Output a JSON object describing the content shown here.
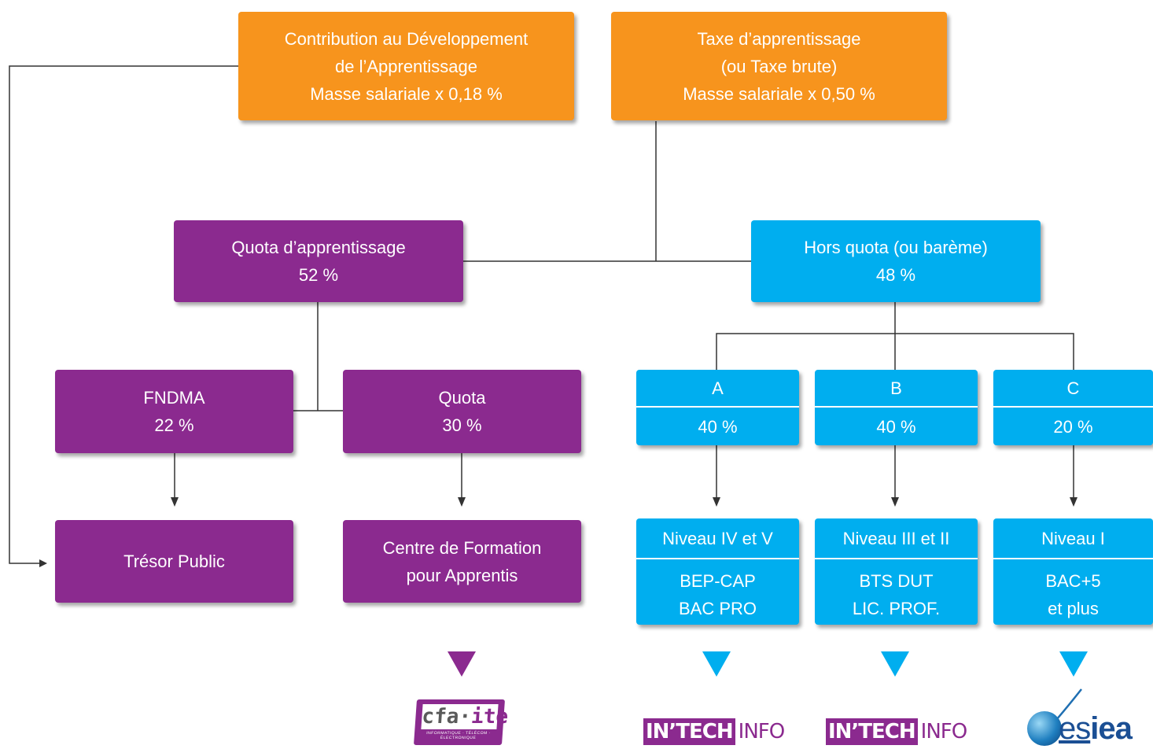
{
  "colors": {
    "orange": "#f7941d",
    "purple": "#8b2a8f",
    "blue": "#00aeef",
    "connector": "#333333"
  },
  "top": {
    "contribution": {
      "line1": "Contribution au Développement",
      "line2": "de l’Apprentissage",
      "line3": "Masse salariale x 0,18 %"
    },
    "taxe": {
      "line1": "Taxe d’apprentissage",
      "line2": "(ou Taxe brute)",
      "line3": "Masse salariale x 0,50 %"
    }
  },
  "quota": {
    "label": "Quota d’apprentissage",
    "pct": "52 %"
  },
  "hors_quota": {
    "label": "Hors quota (ou barème)",
    "pct": "48 %"
  },
  "fndma": {
    "label": "FNDMA",
    "pct": "22 %"
  },
  "quota_sub": {
    "label": "Quota",
    "pct": "30 %"
  },
  "categories": [
    {
      "letter": "A",
      "pct": "40 %",
      "level": "Niveau IV et V",
      "diploma1": "BEP-CAP",
      "diploma2": "BAC PRO"
    },
    {
      "letter": "B",
      "pct": "40 %",
      "level": "Niveau III et II",
      "diploma1": "BTS DUT",
      "diploma2": "LIC. PROF."
    },
    {
      "letter": "C",
      "pct": "20 %",
      "level": "Niveau I",
      "diploma1": "BAC+5",
      "diploma2": "et plus"
    }
  ],
  "tresor": {
    "label": "Trésor Public"
  },
  "cfa": {
    "line1": "Centre de Formation",
    "line2": "pour Apprentis"
  },
  "logos": {
    "cfa_ite": {
      "prefix": "cfa·",
      "suffix": "ite",
      "tagline": "INFORMATIQUE · TÉLÉCOM · ÉLECTRONIQUE"
    },
    "intech_1": {
      "dark": "IN’TECH",
      "light": "INFO"
    },
    "intech_2": {
      "dark": "IN’TECH",
      "light": "INFO"
    },
    "esiea": {
      "es": "es",
      "iea": "iea"
    }
  }
}
